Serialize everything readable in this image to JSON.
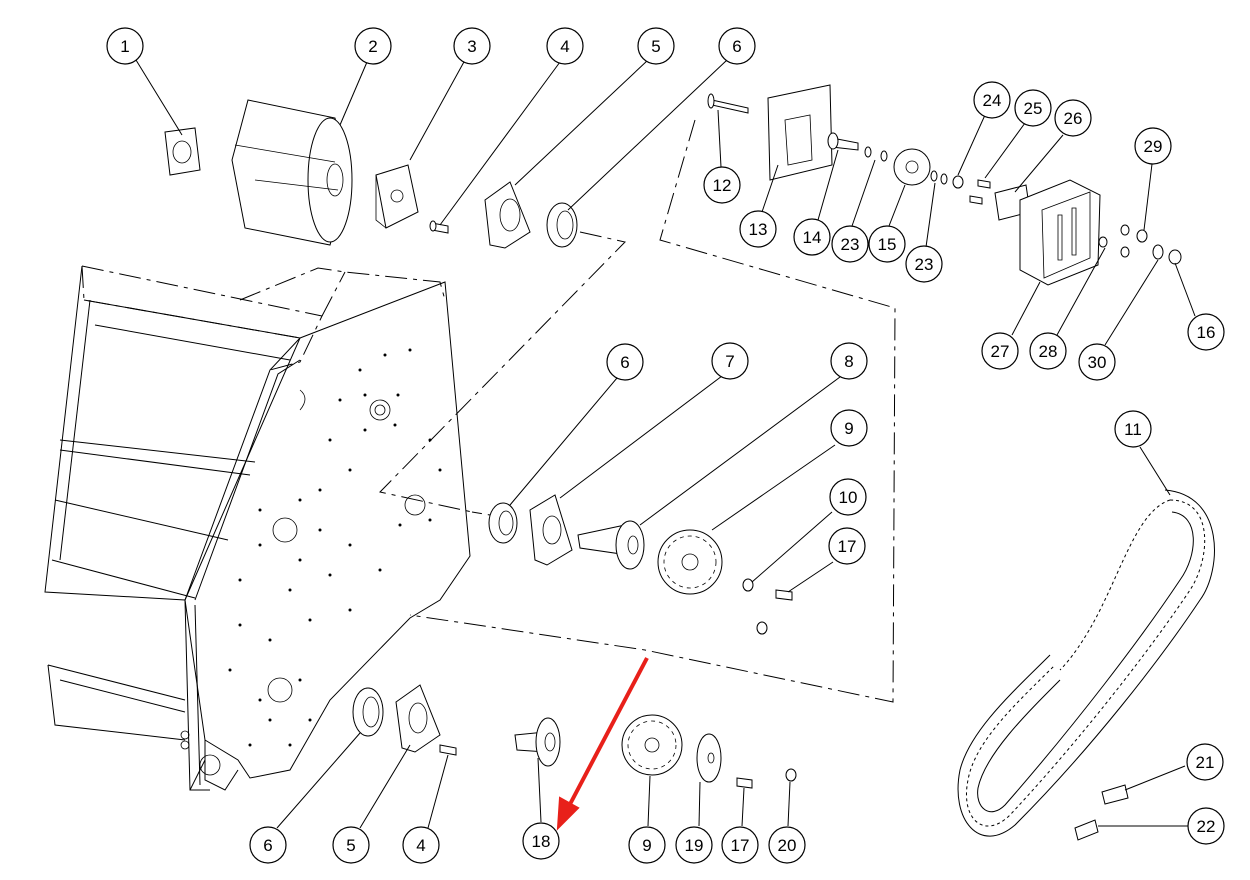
{
  "callouts": [
    {
      "id": "c1",
      "label": "1"
    },
    {
      "id": "c2",
      "label": "2"
    },
    {
      "id": "c3",
      "label": "3"
    },
    {
      "id": "c4a",
      "label": "4"
    },
    {
      "id": "c5a",
      "label": "5"
    },
    {
      "id": "c6a",
      "label": "6"
    },
    {
      "id": "c12",
      "label": "12"
    },
    {
      "id": "c13",
      "label": "13"
    },
    {
      "id": "c14",
      "label": "14"
    },
    {
      "id": "c23a",
      "label": "23"
    },
    {
      "id": "c15",
      "label": "15"
    },
    {
      "id": "c23b",
      "label": "23"
    },
    {
      "id": "c24",
      "label": "24"
    },
    {
      "id": "c25",
      "label": "25"
    },
    {
      "id": "c26",
      "label": "26"
    },
    {
      "id": "c29",
      "label": "29"
    },
    {
      "id": "c27",
      "label": "27"
    },
    {
      "id": "c28",
      "label": "28"
    },
    {
      "id": "c30",
      "label": "30"
    },
    {
      "id": "c16",
      "label": "16"
    },
    {
      "id": "c6b",
      "label": "6"
    },
    {
      "id": "c7",
      "label": "7"
    },
    {
      "id": "c8",
      "label": "8"
    },
    {
      "id": "c9a",
      "label": "9"
    },
    {
      "id": "c10",
      "label": "10"
    },
    {
      "id": "c17a",
      "label": "17"
    },
    {
      "id": "c11",
      "label": "11"
    },
    {
      "id": "c6c",
      "label": "6"
    },
    {
      "id": "c5b",
      "label": "5"
    },
    {
      "id": "c4b",
      "label": "4"
    },
    {
      "id": "c18",
      "label": "18"
    },
    {
      "id": "c9b",
      "label": "9"
    },
    {
      "id": "c19",
      "label": "19"
    },
    {
      "id": "c17b",
      "label": "17"
    },
    {
      "id": "c20",
      "label": "20"
    },
    {
      "id": "c21",
      "label": "21"
    },
    {
      "id": "c22",
      "label": "22"
    }
  ],
  "colors": {
    "line": "#000000",
    "background": "#ffffff",
    "highlight_arrow": "#e8201a"
  },
  "highlight": {
    "target_part": "18"
  }
}
